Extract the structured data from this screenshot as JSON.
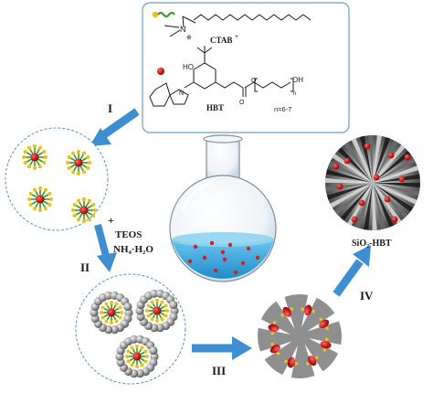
{
  "legend": {
    "ctab_label": "CTAB",
    "ctab_sup": "+",
    "hbt_label": "HBT",
    "n_value": "n=6-7",
    "atoms": {
      "N": "N",
      "N2": "N",
      "O1": "O",
      "O2": "O",
      "HO": "HO",
      "OH": "OH",
      "n_sub": "n",
      "plus": "⊕"
    }
  },
  "steps": {
    "I": "I",
    "II": "II",
    "III": "III",
    "IV": "IV"
  },
  "reagents": {
    "plus": "+",
    "teos": "TEOS",
    "ammonia": "NH₄·H₂O"
  },
  "product_label": "SiO₂-HBT",
  "colors": {
    "legend_border": "#6a9ec9",
    "circle_border": "#5a8fc4",
    "arrow": "#3e8ed0",
    "core": "#d41f1f",
    "tail": "#3a9a2a",
    "head": "#e6c21a",
    "silica": "#8f8f8f",
    "liquid": "#3aa7dc"
  }
}
